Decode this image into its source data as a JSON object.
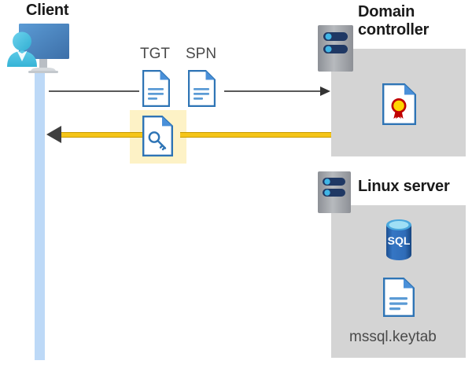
{
  "diagram": {
    "title_client": "Client",
    "title_domain_controller": "Domain\ncontroller",
    "title_domain_controller_line1": "Domain",
    "title_domain_controller_line2": "controller",
    "title_linux_server": "Linux server",
    "label_tgt": "TGT",
    "label_spn": "SPN",
    "label_keytab_file": "mssql.keytab",
    "label_sql_icon": "SQL"
  },
  "icons": {
    "client": "user-with-monitor-icon",
    "tgt_document": "document-icon",
    "spn_document": "document-icon",
    "service_ticket": "document-with-key-icon",
    "certificate": "certificate-document-icon",
    "sql_database": "sql-database-icon",
    "keytab_document": "document-icon",
    "domain_controller_server": "server-rack-icon",
    "linux_server": "server-rack-icon"
  },
  "flows": {
    "request_direction": "client-to-domain-controller",
    "response_direction": "domain-controller-to-client"
  },
  "colors": {
    "panel_gray": "#d4d4d4",
    "lifeline_blue": "#bdd9f7",
    "highlight_yellow": "#fdf2c6",
    "gold_arrow": "#f5c518",
    "gold_arrow_edge": "#c79a00",
    "thin_arrow_gray": "#595959",
    "doc_blue": "#2e74b5",
    "doc_blue_dark": "#1f5fa9",
    "sql_blue": "#2b6cb8",
    "server_gray": "#a6a6a6",
    "server_bar_navy": "#1f3864",
    "server_dot_blue": "#41b6e6",
    "cert_ribbon_red": "#c00000",
    "cert_seal_yellow": "#ffd500",
    "title_text": "#1a1a1a",
    "label_text": "#4a4a4a"
  }
}
